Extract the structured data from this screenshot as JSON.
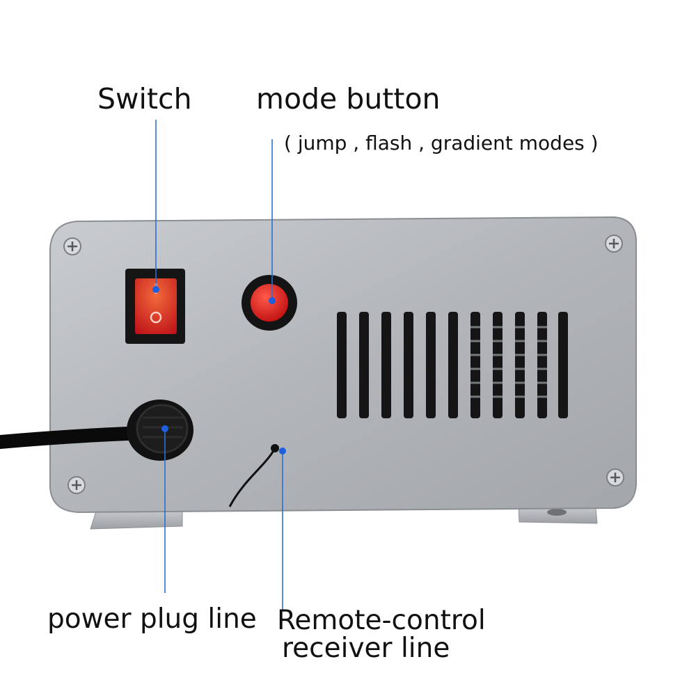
{
  "labels": {
    "switch": "Switch",
    "mode_button": "mode button",
    "mode_sub": "( jump , flash , gradient modes )",
    "power_plug": "power plug line",
    "remote_line1": "Remote-control",
    "remote_line2": "receiver line"
  },
  "colors": {
    "leader_line": "#2b6fd6",
    "leader_dot": "#1e5fe0",
    "switch_red": "#e0281e",
    "button_red": "#e01818",
    "metal": "#b9bcc0"
  }
}
